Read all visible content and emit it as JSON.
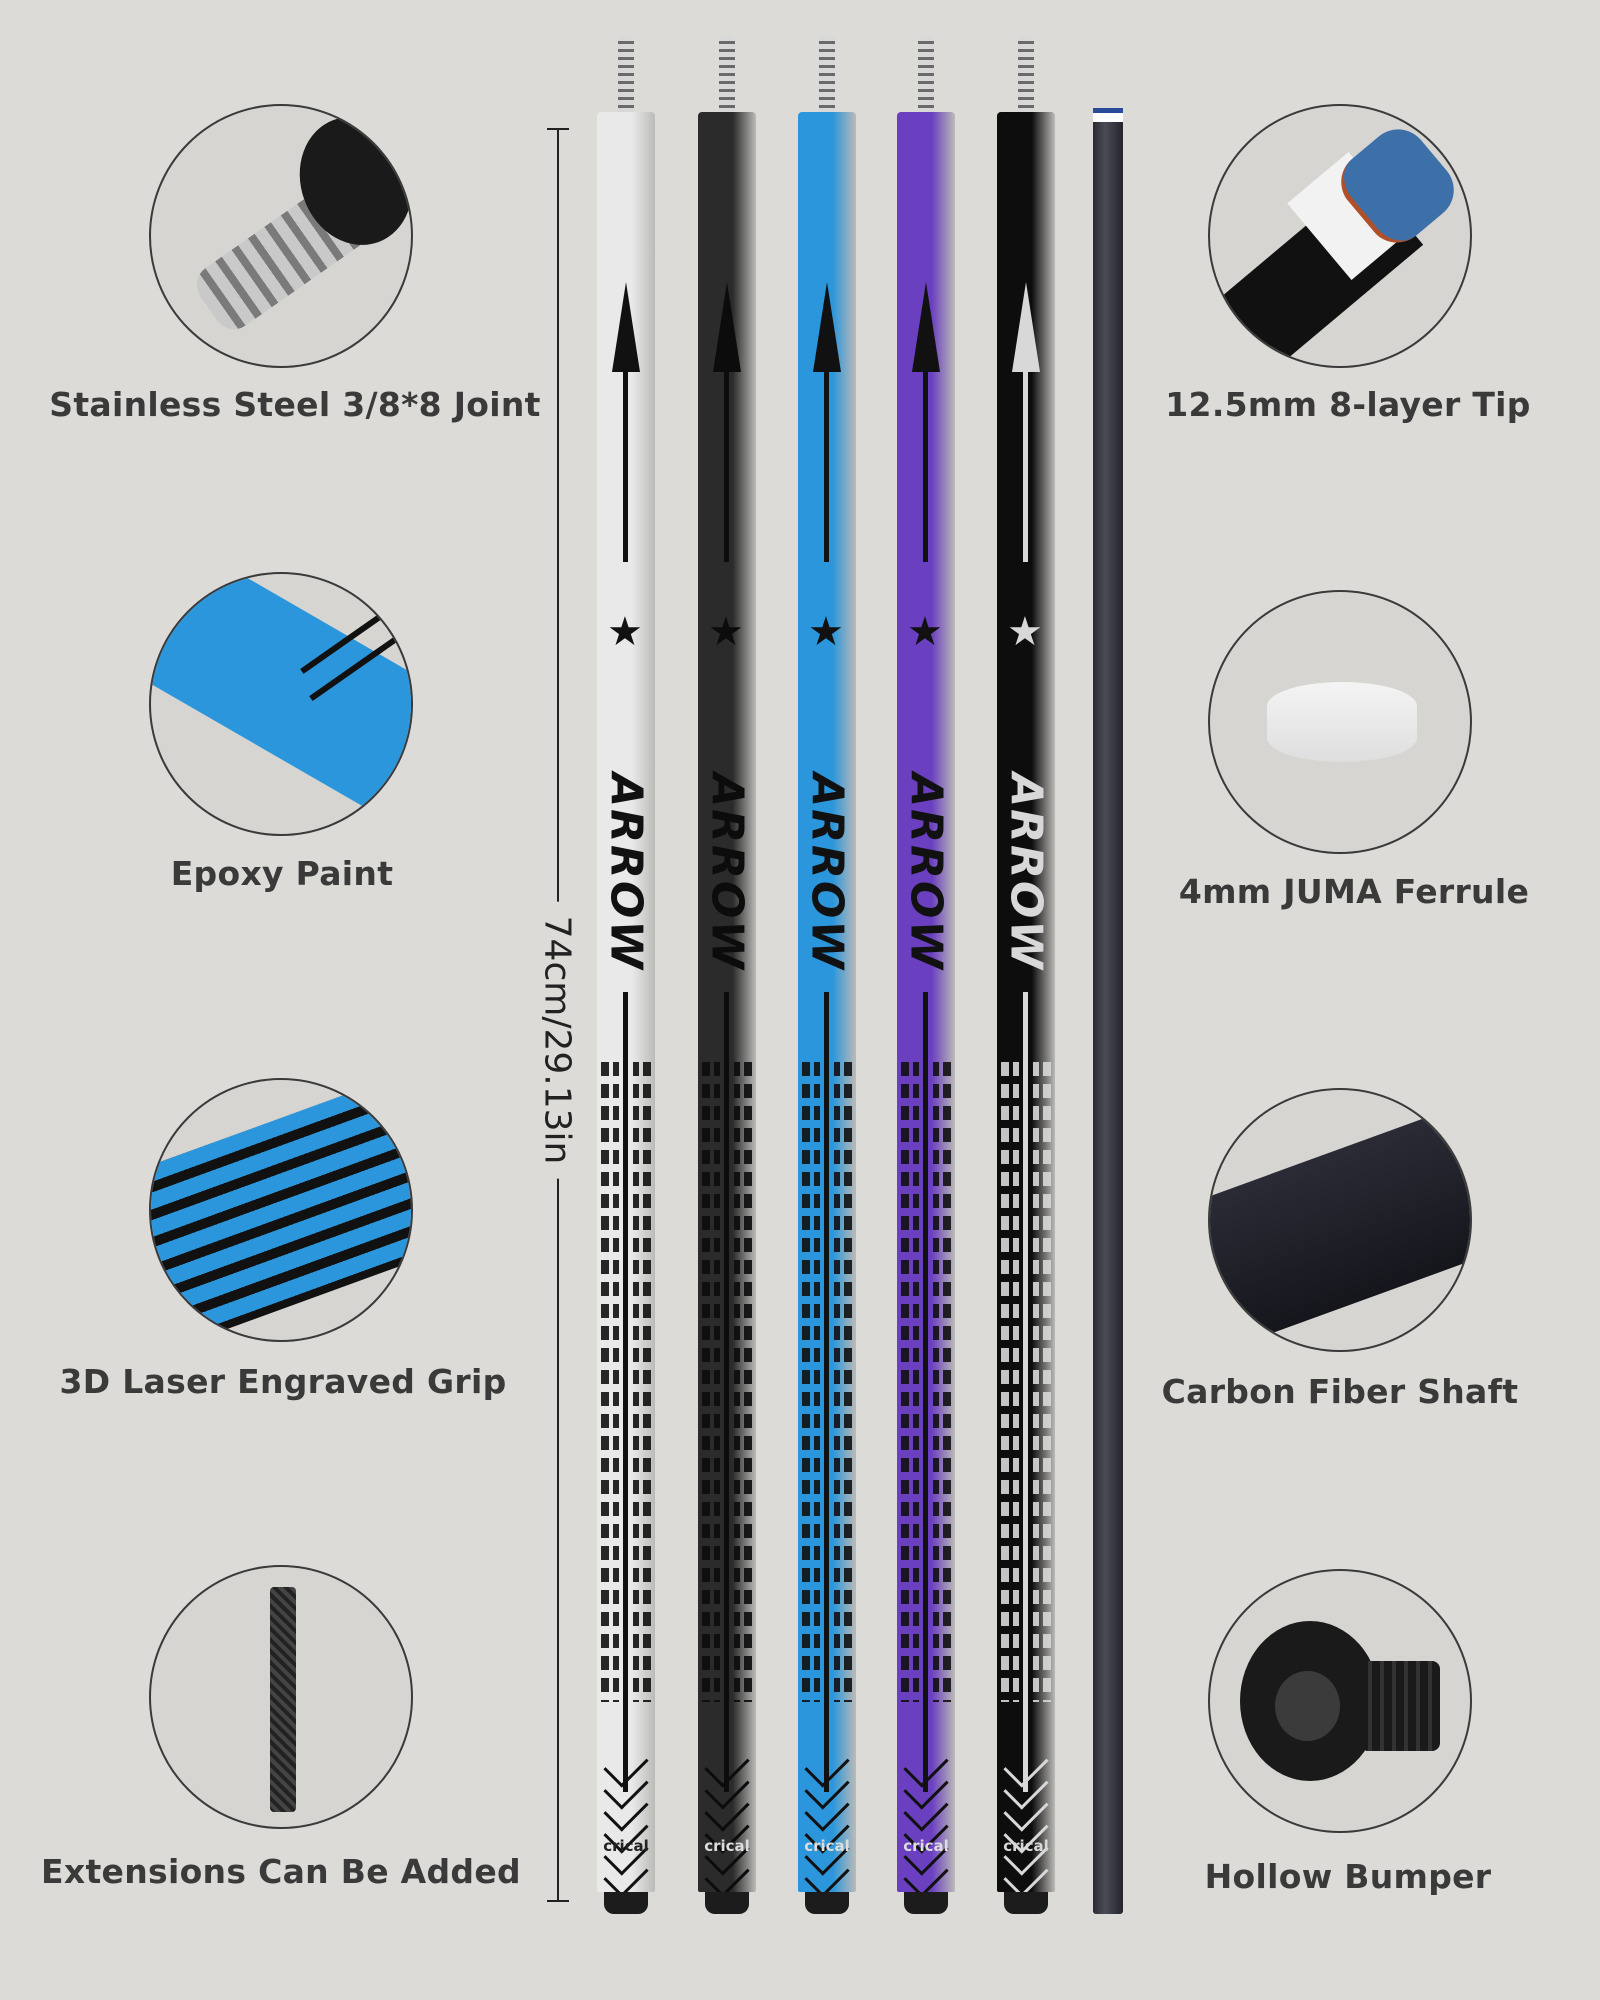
{
  "features_left": [
    {
      "label": "Stainless Steel 3/8*8 Joint",
      "icon": "joint-icon"
    },
    {
      "label": "Epoxy Paint",
      "icon": "paint-icon"
    },
    {
      "label": "3D Laser Engraved Grip",
      "icon": "grip-icon"
    },
    {
      "label": "Extensions Can Be Added",
      "icon": "extension-icon"
    }
  ],
  "features_right": [
    {
      "label": "12.5mm 8-layer Tip",
      "icon": "tip-icon"
    },
    {
      "label": "4mm JUMA Ferrule",
      "icon": "ferrule-icon"
    },
    {
      "label": "Carbon Fiber Shaft",
      "icon": "shaft-icon"
    },
    {
      "label": "Hollow Bumper",
      "icon": "bumper-icon"
    }
  ],
  "dimension": "74cm/29.13in",
  "cues": [
    {
      "color": "#e9e9e9",
      "accent": "#111111",
      "logo": "crical",
      "brand": "ARROW"
    },
    {
      "color": "#2b2b2b",
      "accent": "#0c0c0c",
      "logo": "crical",
      "brand": "ARROW"
    },
    {
      "color": "#2b96db",
      "accent": "#111111",
      "logo": "crical",
      "brand": "ARROW"
    },
    {
      "color": "#6a3fc0",
      "accent": "#111111",
      "logo": "crical",
      "brand": "ARROW"
    },
    {
      "color": "#0d0d0d",
      "accent": "#d8d8d8",
      "logo": "crical",
      "brand": "ARROW"
    }
  ],
  "colors": {
    "background": "#dcdbd7",
    "text": "#3a3a3a"
  }
}
